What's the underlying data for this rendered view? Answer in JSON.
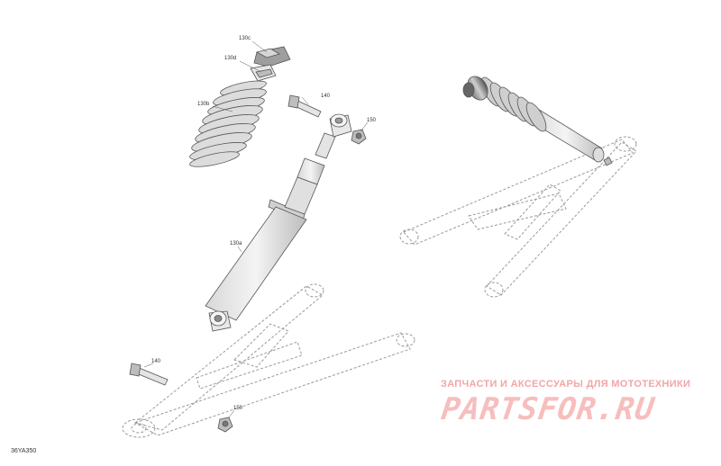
{
  "callouts": {
    "c130c": "130c",
    "c130d": "130d",
    "c130b": "130b",
    "c130a": "130a",
    "c140_top": "140",
    "c150_top": "150",
    "c140_bottom": "140",
    "c150_bottom": "150"
  },
  "figure_code": "36YA350",
  "watermark": {
    "caption": "ЗАПЧАСТИ И АКСЕССУАРЫ ДЛЯ МОТОТЕХНИКИ",
    "logo": "PARTSFOR.RU"
  },
  "colors": {
    "line": "#555555",
    "dashed": "#9a9a9a",
    "watermark": "#f2a6a6"
  }
}
